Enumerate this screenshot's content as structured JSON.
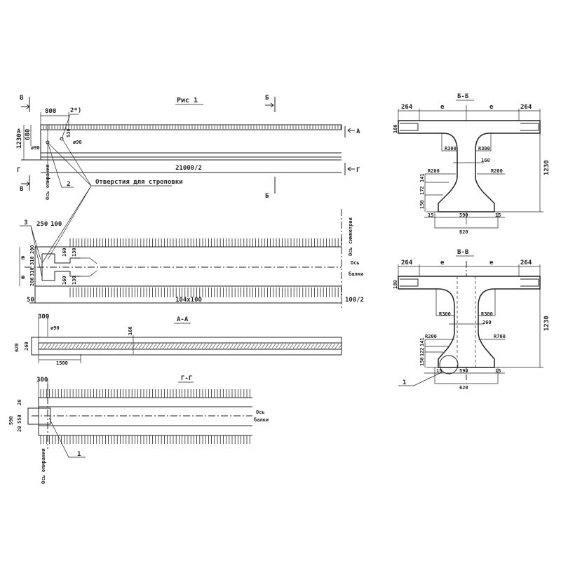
{
  "figure_title": "Рис 1",
  "section_marks": {
    "v": "В",
    "b": "Б",
    "a": "А",
    "g": "Г"
  },
  "elevation": {
    "dim_800": "800",
    "dim_1230": "1230",
    "dim_680": "680",
    "dim_530": "530",
    "dia_90_left": "ø90",
    "dia_90_right": "ø90",
    "span": "21000/2",
    "callout_2_star": "2*)",
    "callout_2": "2",
    "holes_label": "Отверстия для строповки",
    "support_axis": "Ось опирания"
  },
  "plan": {
    "callout_3": "3",
    "dim_250": "250",
    "dim_100": "100",
    "dim_e_top": "e",
    "dim_e_bottom": "e",
    "dims_left": [
      "200",
      "310",
      "310",
      "200"
    ],
    "dim_160_top": "160",
    "dim_130_top": "130",
    "dim_160_bottom": "160",
    "dim_130_bottom": "130",
    "dim_50": "50",
    "spacing": "104х100",
    "half_end": "100/2",
    "symmetry_axis": "Ось симметрии",
    "beam_axis_1": "Ось",
    "beam_axis_2": "балки"
  },
  "section_aa": {
    "title": "А-А",
    "dim_300": "300",
    "dia_90": "ø90",
    "dim_160": "160",
    "dim_620": "620",
    "dim_260": "260",
    "dim_1500": "1500"
  },
  "section_gg": {
    "title": "Г-Г",
    "dim_300": "300",
    "dim_590": "590",
    "dim_550": "550",
    "dim_20_top": "20",
    "dim_20_bottom": "20",
    "beam_axis_1": "Ось",
    "beam_axis_2": "балки",
    "callout_1": "1",
    "support_axis": "Ось опирания"
  },
  "section_bb": {
    "title": "Б-Б",
    "dim_264_left": "264",
    "dim_e_left": "e",
    "dim_e_right": "e",
    "dim_264_right": "264",
    "dim_180": "180",
    "r300_left": "R300",
    "r300_right": "R300",
    "web": "160",
    "r200_left": "R200",
    "r200_right": "R200",
    "dim_141": "141",
    "dim_172": "172",
    "dim_150": "150",
    "dim_15_left": "15",
    "dim_590": "590",
    "dim_15_right": "15",
    "dim_620": "620",
    "height": "1230"
  },
  "section_vv": {
    "title": "В-В",
    "dim_264_left": "264",
    "dim_e_left": "e",
    "dim_e_right": "e",
    "dim_264_right": "264",
    "dim_180": "180",
    "r300_left": "R300",
    "r300_right": "R300",
    "web": "260",
    "r200_left": "R200",
    "r700_right": "R700",
    "dim_122": "122",
    "dim_141": "141",
    "dim_150": "150",
    "dim_15_left": "15",
    "dim_590": "590",
    "dim_15_right": "15",
    "dim_620": "620",
    "height": "1230",
    "callout_1": "1"
  }
}
